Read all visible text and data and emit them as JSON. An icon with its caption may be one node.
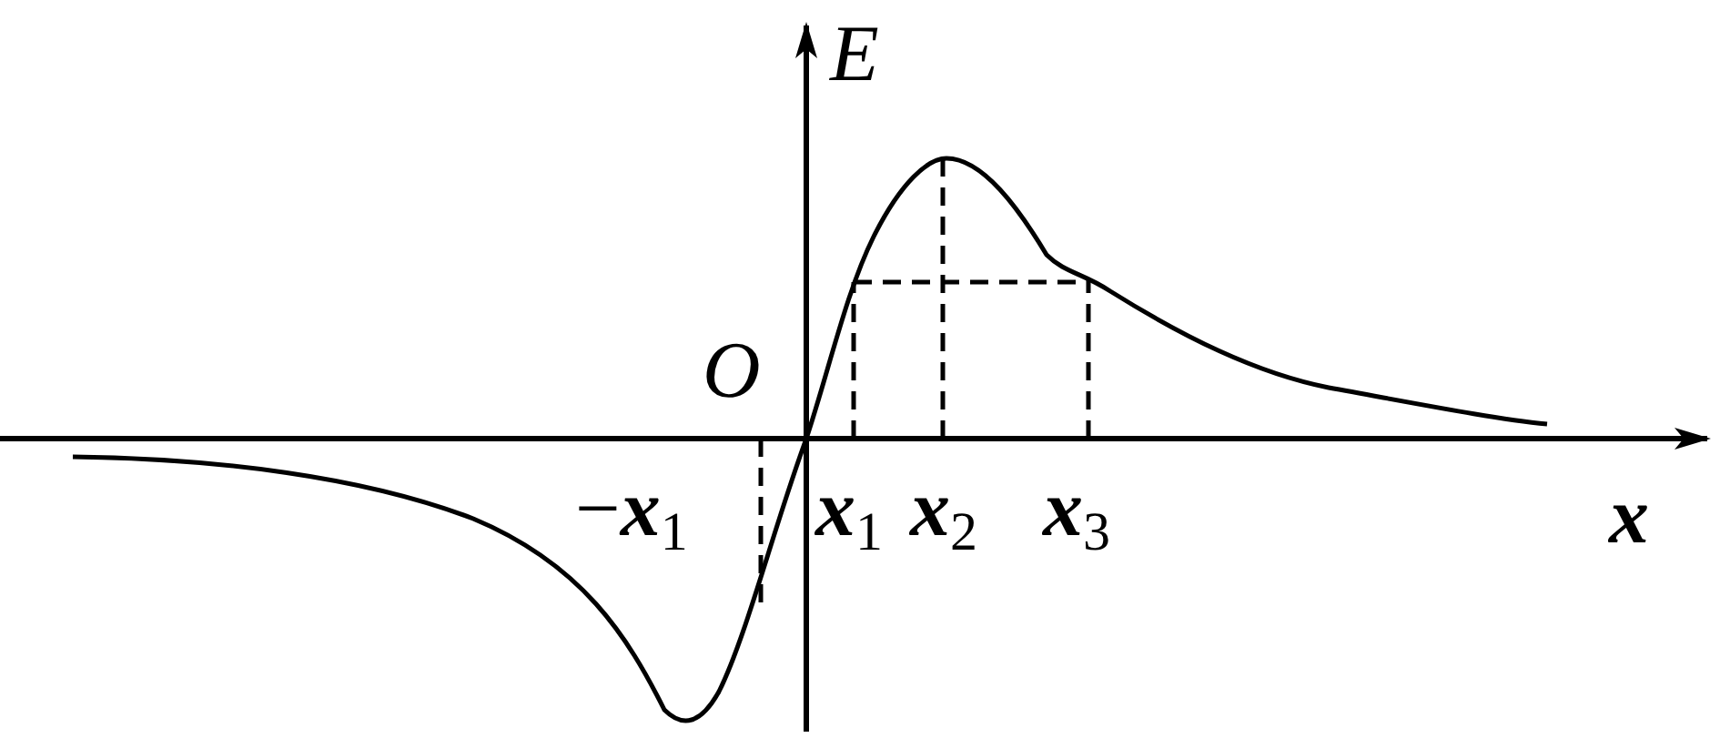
{
  "diagram": {
    "labels": [
      "E",
      "O",
      "−*x*$_{1}$",
      "*x*$_{1}$",
      "*x*$_{2}$",
      "*x*$_{3}$",
      "x"
    ]
  }
}
